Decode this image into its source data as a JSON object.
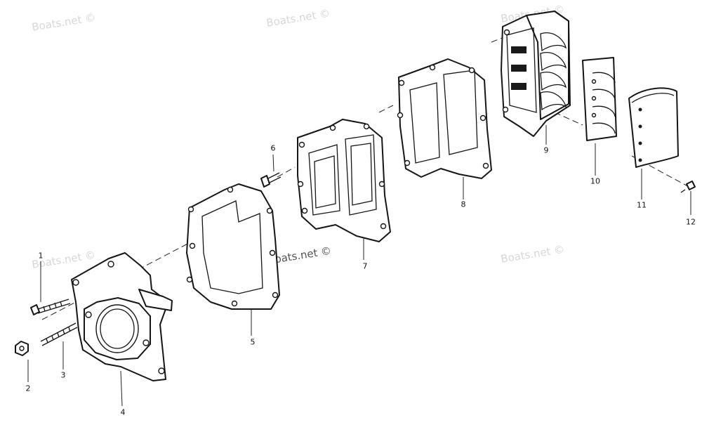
{
  "watermark_text": "Boats.net ©",
  "callouts": [
    "1",
    "2",
    "3",
    "4",
    "5",
    "6",
    "7",
    "8",
    "9",
    "10",
    "11",
    "12"
  ],
  "colors": {
    "line": "#151515",
    "background": "#ffffff",
    "watermark": "#d7d7d7"
  }
}
